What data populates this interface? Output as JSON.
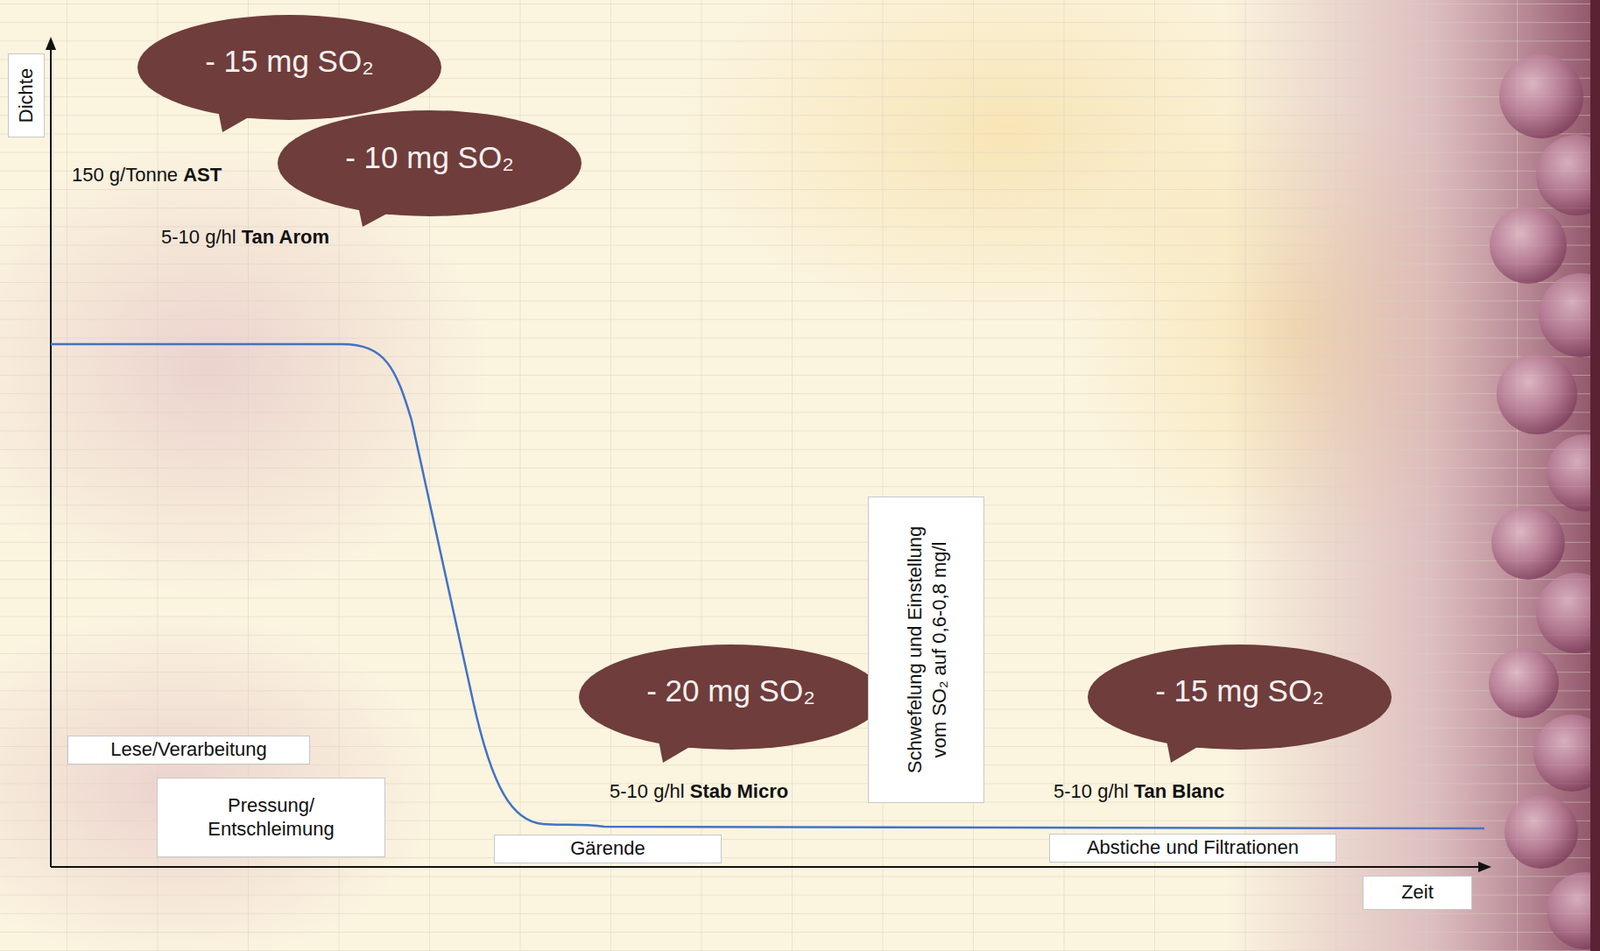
{
  "diagram": {
    "nodes": [
      {
        "text": [
          "Dichte"
        ]
      },
      {
        "text": [
          "- 15 mg SO₂"
        ]
      },
      {
        "text": [
          "- 10 mg SO₂"
        ]
      },
      {
        "text": [
          "- 20 mg SO₂"
        ]
      },
      {
        "text": [
          "Schwefelung und Einstellung vom SO₂ auf 0,6-0,8 mg/l"
        ]
      },
      {
        "text": [
          "- 15 mg SO₂"
        ]
      },
      {
        "text": [
          "Lese/Verarbeitung"
        ]
      },
      {
        "text": [
          "Pressung/ Entschleimung"
        ]
      },
      {
        "text": [
          "Gärende"
        ]
      },
      {
        "text": [
          "Abstiche und Filtrationen"
        ]
      },
      {
        "text": [
          "Zeit"
        ]
      }
    ],
    "labels": [
      "150 g/Tonne AST",
      "5-10 g/hl Tan Arom",
      "5-10 g/hl Stab Micro",
      "5-10 g/hl Tan Blanc"
    ]
  }
}
